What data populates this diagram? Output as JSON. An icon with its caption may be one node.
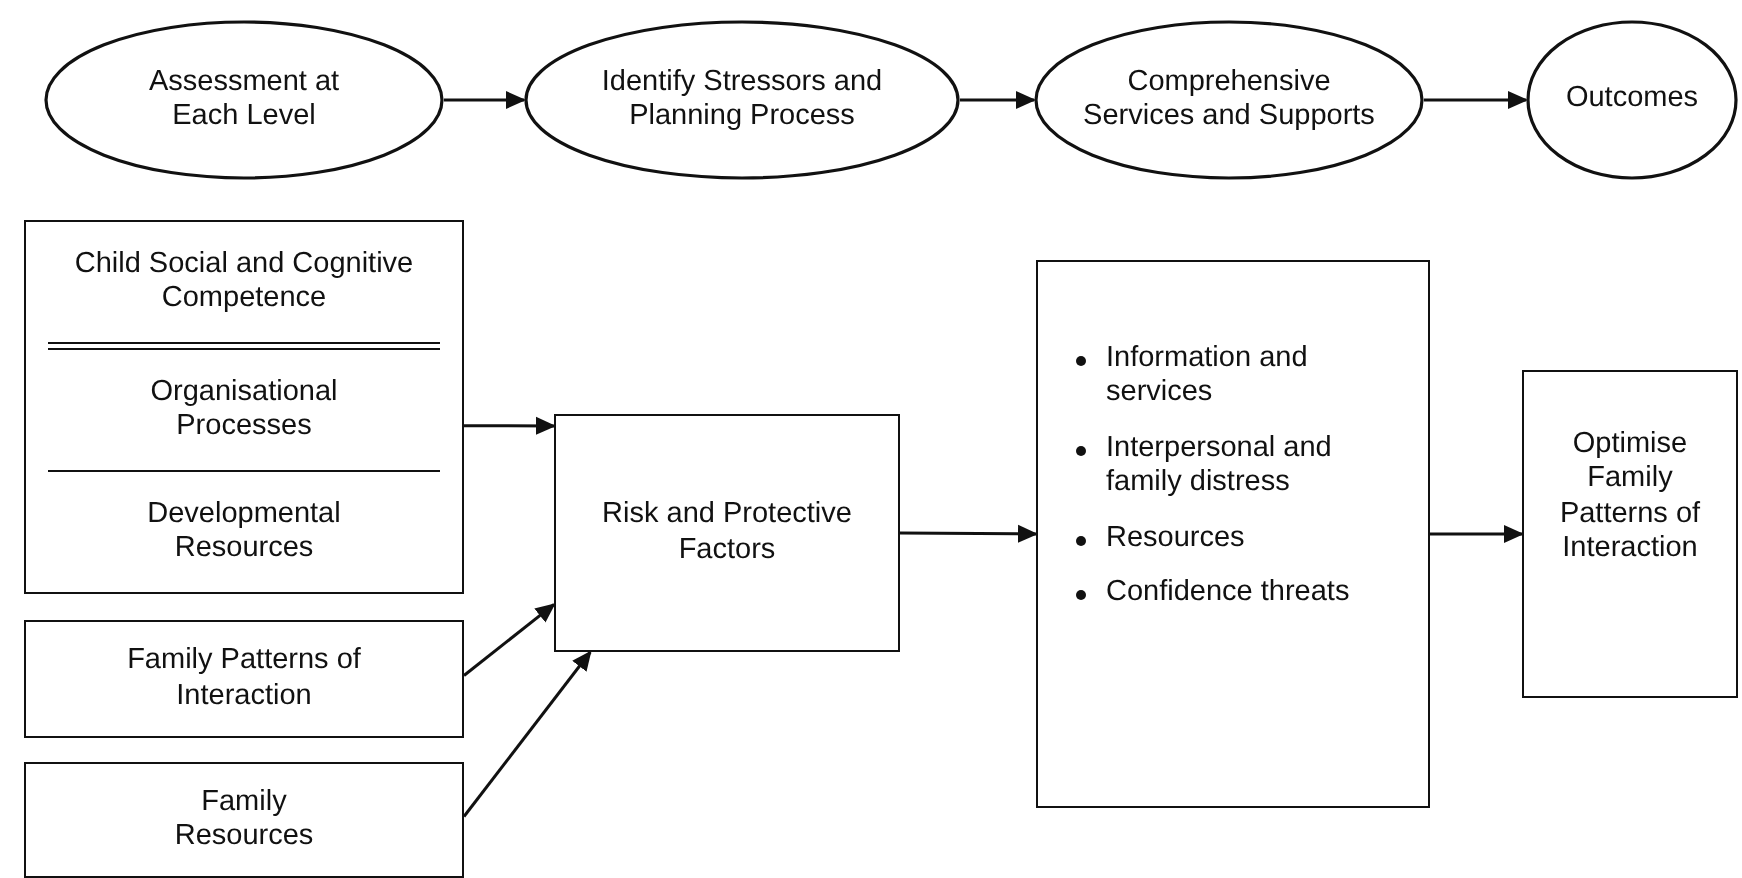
{
  "diagram": {
    "nodes": [
      {
        "text": [
          "Assessment at Each Level"
        ]
      },
      {
        "text": [
          "Identify Stressors and Planning Process"
        ]
      },
      {
        "text": [
          "Comprehensive Services and Supports"
        ]
      },
      {
        "text": [
          "Outcomes"
        ]
      },
      {
        "text": [
          "Child Social and Cognitive Competence",
          "Organisational Processes",
          "Developmental Resources"
        ]
      },
      {
        "text": [
          "Family Patterns of Interaction"
        ]
      },
      {
        "text": [
          "Family Resources"
        ]
      },
      {
        "text": [
          "Risk and Protective Factors"
        ]
      },
      {
        "text": [
          "Information and services",
          "Interpersonal and family distress",
          "Resources",
          "Confidence threats"
        ]
      },
      {
        "text": [
          "Optimise Family Patterns of Interaction"
        ]
      }
    ],
    "edges": [
      {
        "from": 0,
        "to": 1,
        "arrow": "to"
      },
      {
        "from": 1,
        "to": 2,
        "arrow": "to"
      },
      {
        "from": 2,
        "to": 3,
        "arrow": "to"
      },
      {
        "from": 4,
        "to": 7,
        "arrow": "to"
      },
      {
        "from": 5,
        "to": 7,
        "arrow": "to"
      },
      {
        "from": 6,
        "to": 7,
        "arrow": "to"
      },
      {
        "from": 7,
        "to": 8,
        "arrow": "to"
      },
      {
        "from": 8,
        "to": 9,
        "arrow": "to"
      }
    ]
  }
}
